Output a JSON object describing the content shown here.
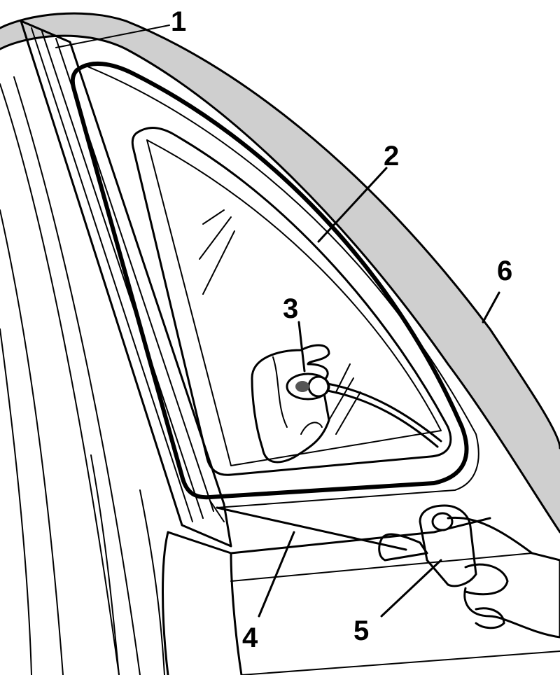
{
  "figure": {
    "callouts": [
      {
        "id": "c1",
        "label": "1"
      },
      {
        "id": "c2",
        "label": "2"
      },
      {
        "id": "c3",
        "label": "3"
      },
      {
        "id": "c4",
        "label": "4"
      },
      {
        "id": "c5",
        "label": "5"
      },
      {
        "id": "c6",
        "label": "6"
      }
    ]
  }
}
